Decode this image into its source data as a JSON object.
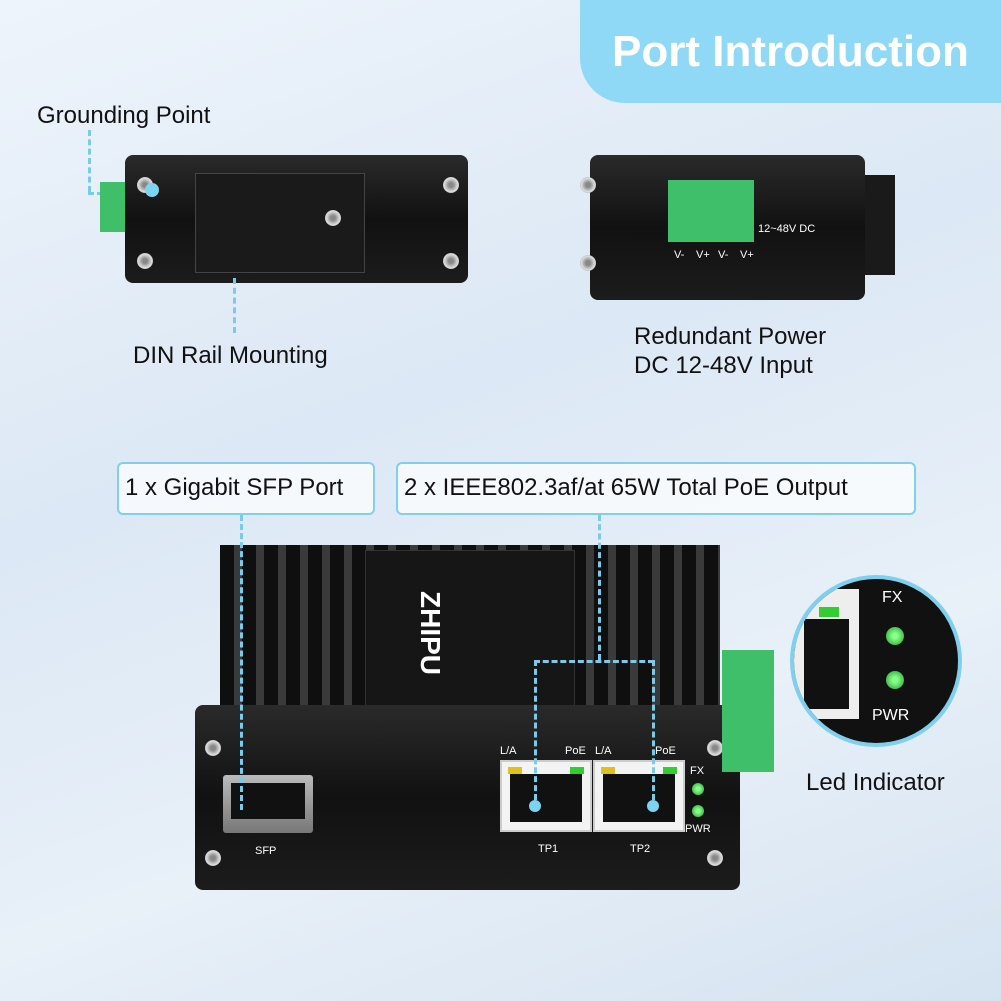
{
  "title": "Port Introduction",
  "labels": {
    "grounding": "Grounding Point",
    "din_rail": "DIN Rail Mounting",
    "power_line1": "Redundant Power",
    "power_line2": "DC 12-48V Input",
    "sfp_box": "1 x Gigabit SFP Port",
    "poe_box": "2 x IEEE802.3af/at 65W Total PoE Output",
    "led": "Led Indicator"
  },
  "device": {
    "brand": "ZHIPU",
    "power_rating": "12~48V DC",
    "terminals": [
      "V-",
      "V+",
      "V-",
      "V+"
    ],
    "sfp": "SFP",
    "ports": [
      {
        "name": "TP1",
        "la": "L/A",
        "poe": "PoE"
      },
      {
        "name": "TP2",
        "la": "L/A",
        "poe": "PoE"
      }
    ],
    "leds": [
      "FX",
      "PWR"
    ]
  },
  "colors": {
    "accent": "#8fd8f6",
    "dash": "#7cc9ea",
    "terminal": "#3fbf6a"
  }
}
